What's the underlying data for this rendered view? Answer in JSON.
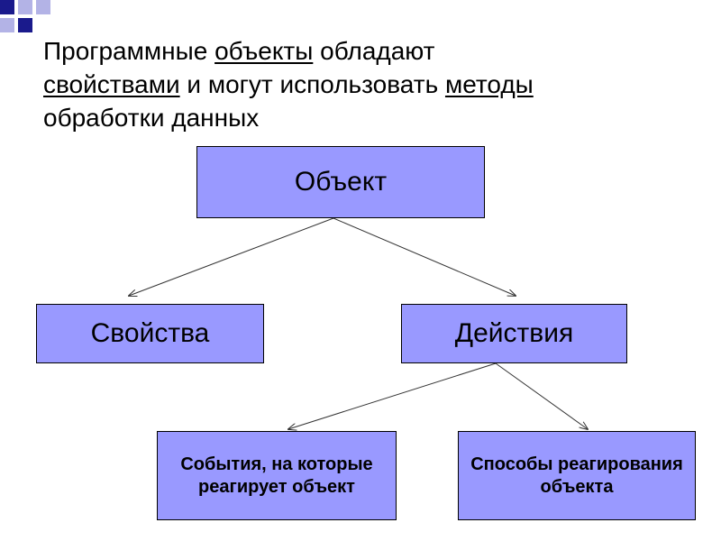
{
  "title": {
    "line1": {
      "before": "Программные ",
      "u1": "объекты",
      "after": " обладают"
    },
    "line2": {
      "u1": "свойствами",
      "mid": " и могут использовать ",
      "u2": "методы"
    },
    "line3": "обработки данных"
  },
  "nodes": {
    "object": "Объект",
    "properties": "Свойства",
    "actions": "Действия",
    "events": "События, на которые реагирует объект",
    "methods": "Способы реагирования объекта"
  },
  "colors": {
    "node_fill": "#9999ff",
    "corner_dark": "#1a1a8c",
    "corner_light": "#b3b3e6"
  }
}
